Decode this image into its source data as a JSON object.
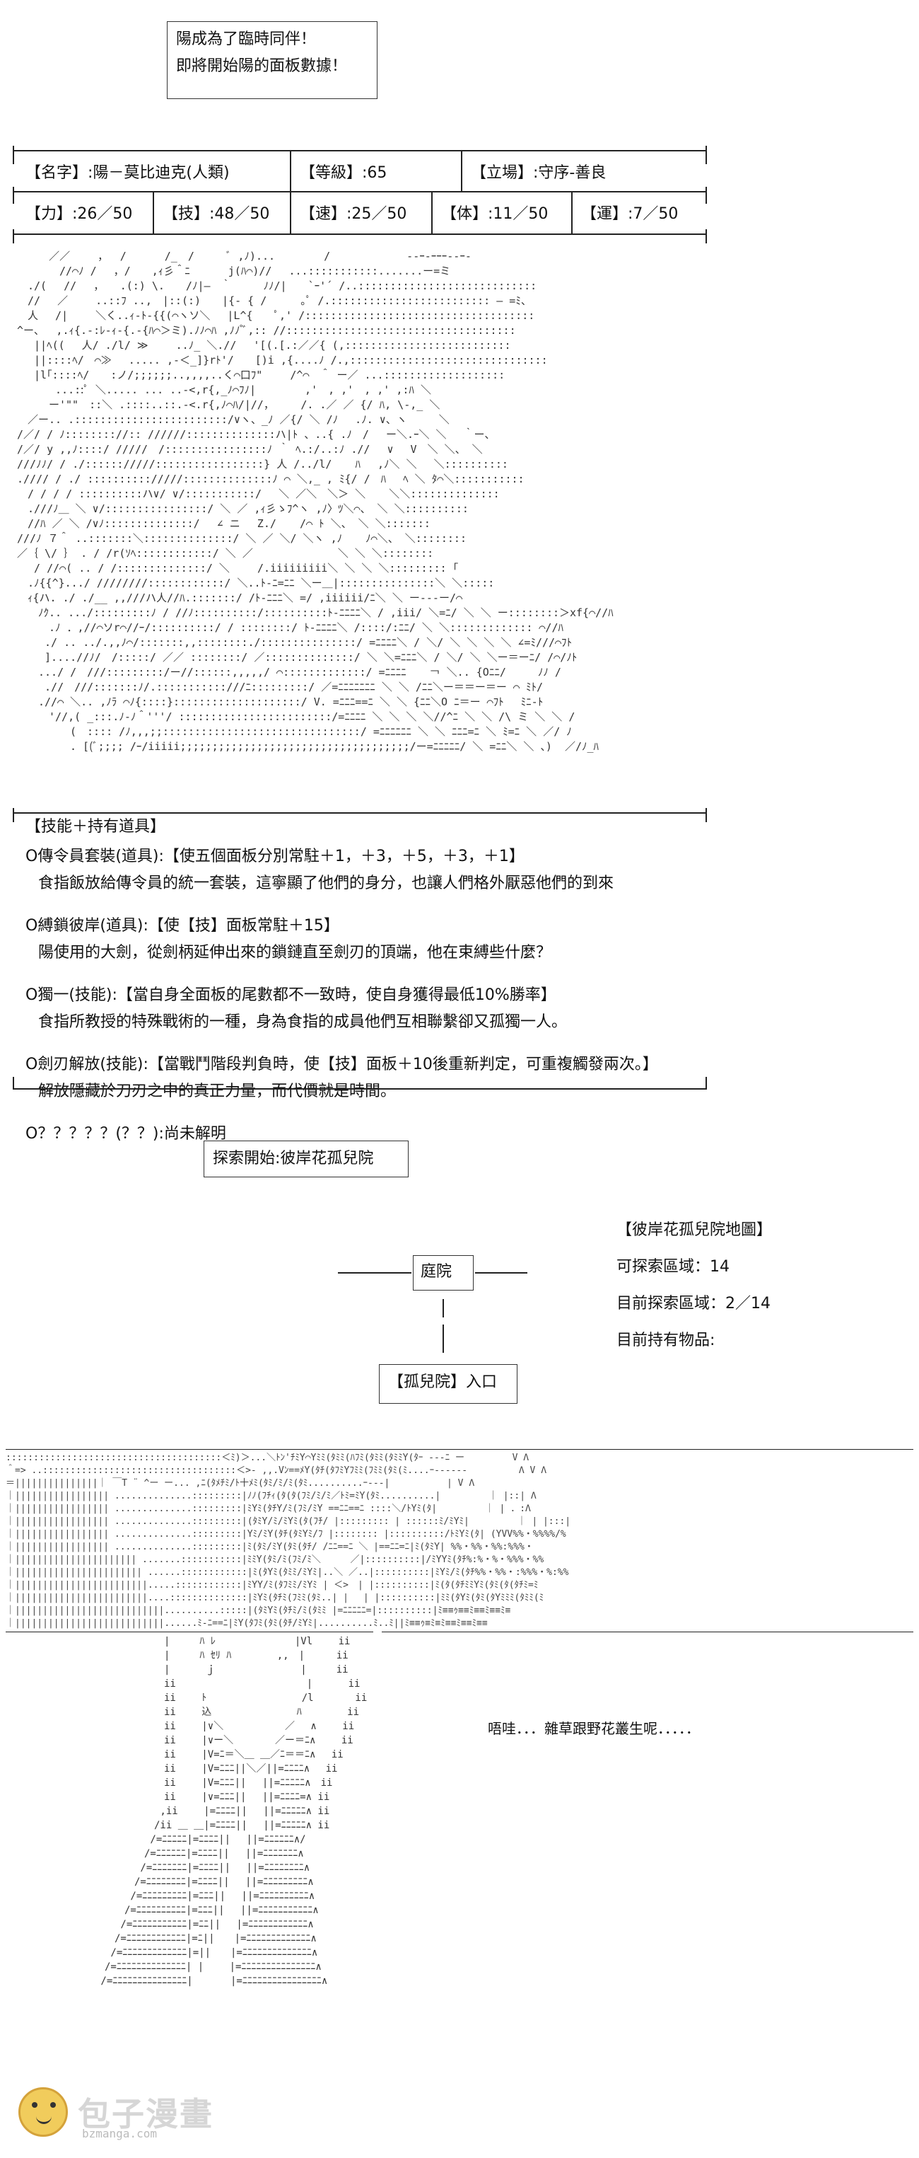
{
  "intro": {
    "line1": "陽成為了臨時同伴！",
    "line2": "即將開始陽的面板數據！"
  },
  "stats": {
    "name": "【名字】:陽－莫比迪克(人類)",
    "level": "【等級】:65",
    "stance": "【立場】:守序-善良",
    "str": "【力】:26／50",
    "tech": "【技】:48／50",
    "spd": "【速】:25／50",
    "body": "【体】:11／50",
    "luck": "【運】:7／50"
  },
  "skills": {
    "header": "【技能＋持有道具】",
    "items": [
      {
        "title": "O傳令員套裝(道具):【使五個面板分別常駐＋1，＋3，＋5，＋3，＋1】",
        "desc": "食指飯放給傳令員的統一套裝，這寧顯了他們的身分，也讓人們格外厭惡他們的到來"
      },
      {
        "title": "O縛鎖彼岸(道具):【使【技】面板常駐＋15】",
        "desc": "陽使用的大劍，從劍柄延伸出來的鎖鏈直至劍刃的頂端，他在束縛些什麼？"
      },
      {
        "title": "O獨一(技能):【當自身全面板的尾數都不一致時，使自身獲得最低10%勝率】",
        "desc": "食指所教授的特殊戰術的一種，身為食指的成員他們互相聯繫卻又孤獨一人。"
      },
      {
        "title": "O劍刃解放(技能):【當戰鬥階段判負時，使【技】面板＋10後重新判定，可重複觸發兩次。】",
        "desc": "解放隱藏於刀刃之中的真正力量，而代價就是時間。"
      }
    ],
    "unknown": "O？？？？？(？？):尚未解明"
  },
  "explore": {
    "start": "探索開始:彼岸花孤兒院",
    "map_title": "【彼岸花孤兒院地圖】",
    "explorable": "可探索區域：14",
    "current": "目前探索區域：2／14",
    "items": "目前持有物品:",
    "node_garden": "庭院",
    "node_entrance": "【孤兒院】入口"
  },
  "dialogue": {
    "line": "唔哇．．．雜草跟野花叢生呢．．．．．"
  },
  "watermark": {
    "text": "包子漫畫",
    "url": "bzmanga.com"
  },
  "colors": {
    "ink": "#222222",
    "watermark": "#e0b94a"
  }
}
